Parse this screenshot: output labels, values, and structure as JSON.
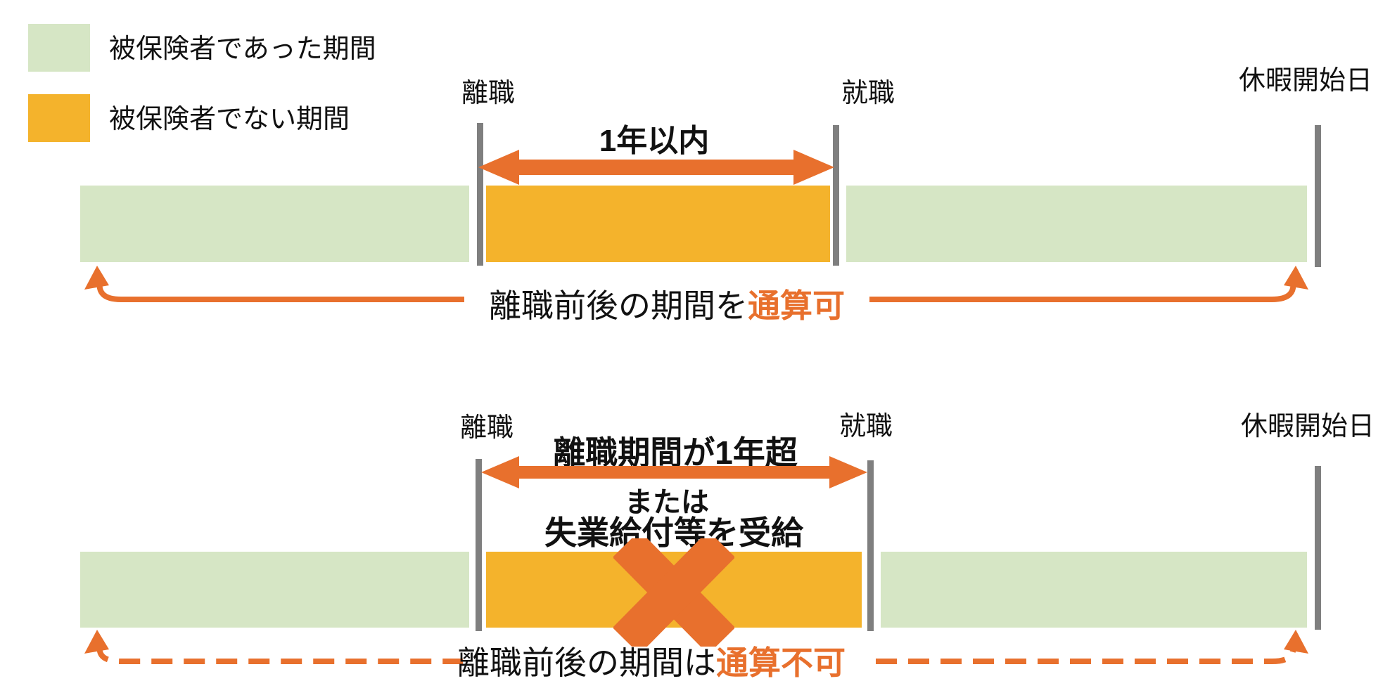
{
  "colors": {
    "insured_period": "#d6e6c5",
    "uninsured_period": "#f4b32c",
    "accent_orange": "#e8702d",
    "milestone_line_gray": "#7f7f7f",
    "text": "#111111"
  },
  "icons": {
    "span_arrow": "double-headed-arrow",
    "total_span_arrow": "curved-up-ends-arrow",
    "total_span_arrow_dashed": "curved-up-ends-dashed-arrow",
    "x_mark": "thick-diagonal-cross"
  },
  "legend": {
    "items": [
      {
        "label": "被保険者であった期間",
        "swatch": "green"
      },
      {
        "label": "被保険者でない期間",
        "swatch": "amber"
      }
    ]
  },
  "diagram1": {
    "milestones": [
      "離職",
      "就職",
      "休暇開始日"
    ],
    "gap_label": "1年以内",
    "caption_black": "離職前後の期間を",
    "caption_orange": "通算可"
  },
  "diagram2": {
    "milestones": [
      "離職",
      "就職",
      "休暇開始日"
    ],
    "gap_label_line1": "離職期間が1年超",
    "gap_label_line2": "または",
    "gap_label_line3": "失業給付等を受給",
    "caption_black": "離職前後の期間は",
    "caption_orange": "通算不可"
  }
}
